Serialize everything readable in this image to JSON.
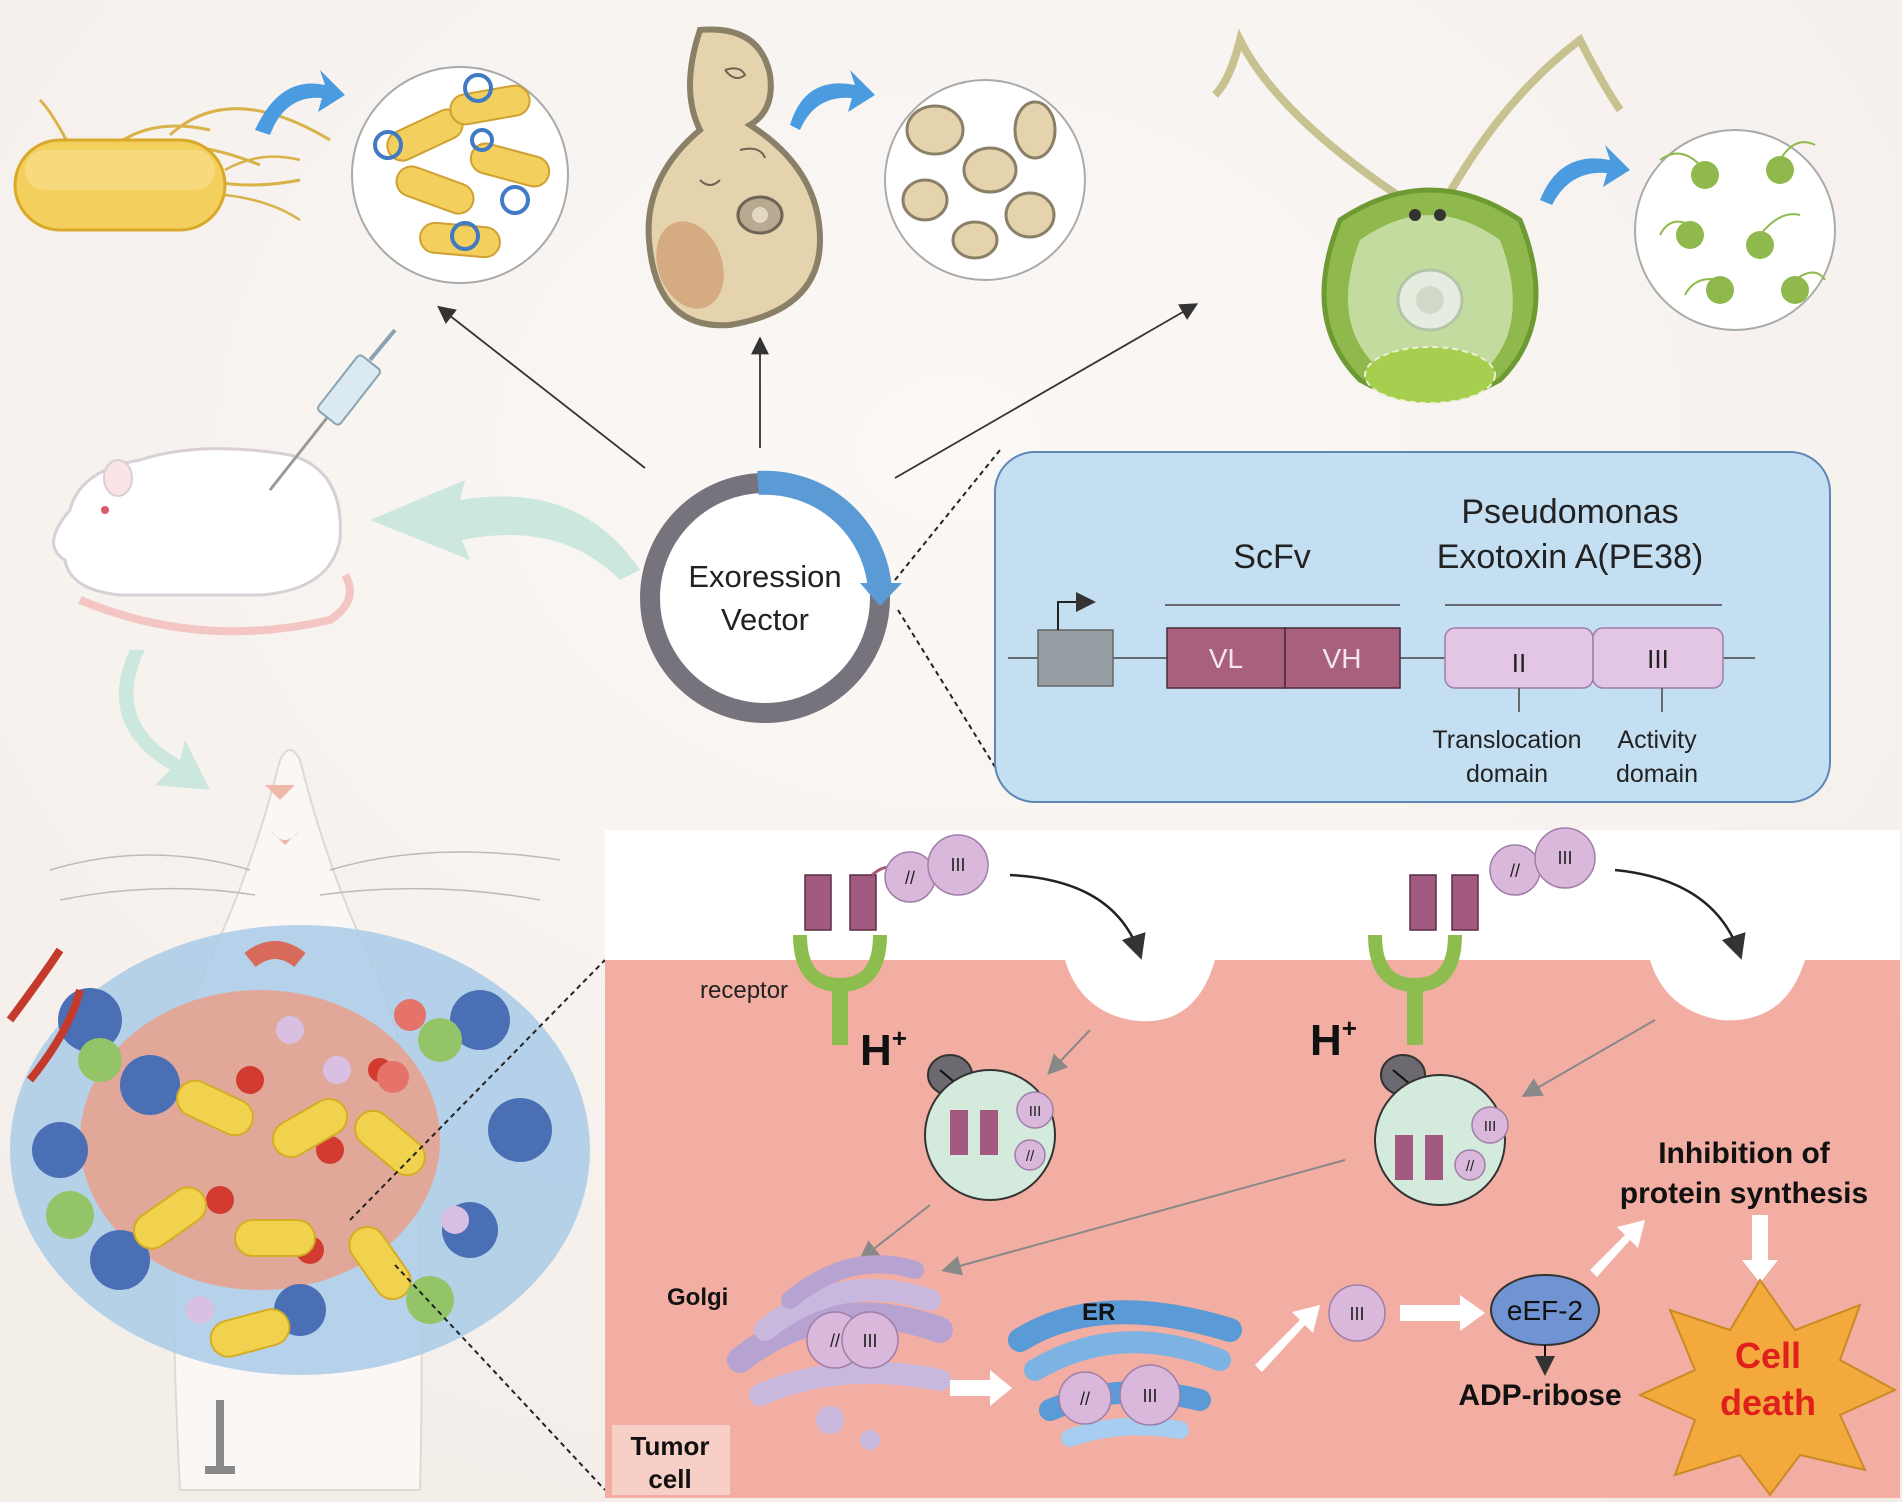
{
  "vector": {
    "line1": "Exoression",
    "line2": "Vector"
  },
  "construct": {
    "scfv_title": "ScFv",
    "pe_title_line1": "Pseudomonas",
    "pe_title_line2": "Exotoxin A(PE38)",
    "vl": "VL",
    "vh": "VH",
    "domain2": "II",
    "domain3": "III",
    "translocation_line1": "Translocation",
    "translocation_line2": "domain",
    "activity_line1": "Activity",
    "activity_line2": "domain"
  },
  "cell": {
    "receptor": "receptor",
    "hplus": "H",
    "hplus_sup": "+",
    "golgi": "Golgi",
    "er": "ER",
    "eef2": "eEF-2",
    "adp": "ADP-ribose",
    "inhibition_line1": "Inhibition of",
    "inhibition_line2": "protein synthesis",
    "death_line1": "Cell",
    "death_line2": "death",
    "tumor_line1": "Tumor",
    "tumor_line2": "cell",
    "domain_ii": "//",
    "domain_iii": "III"
  },
  "colors": {
    "vector_ring": "#77737c",
    "vector_arc": "#5b9bd5",
    "construct_bg": "#c5dff2",
    "vl_vh": "#a8607e",
    "pe_domain": "#e3c6e6",
    "promoter": "#969ea3",
    "cell_bg": "#f2aea2",
    "vesicle": "#d4eadd",
    "death_star": "#f3a93c",
    "death_text": "#e0201c"
  }
}
